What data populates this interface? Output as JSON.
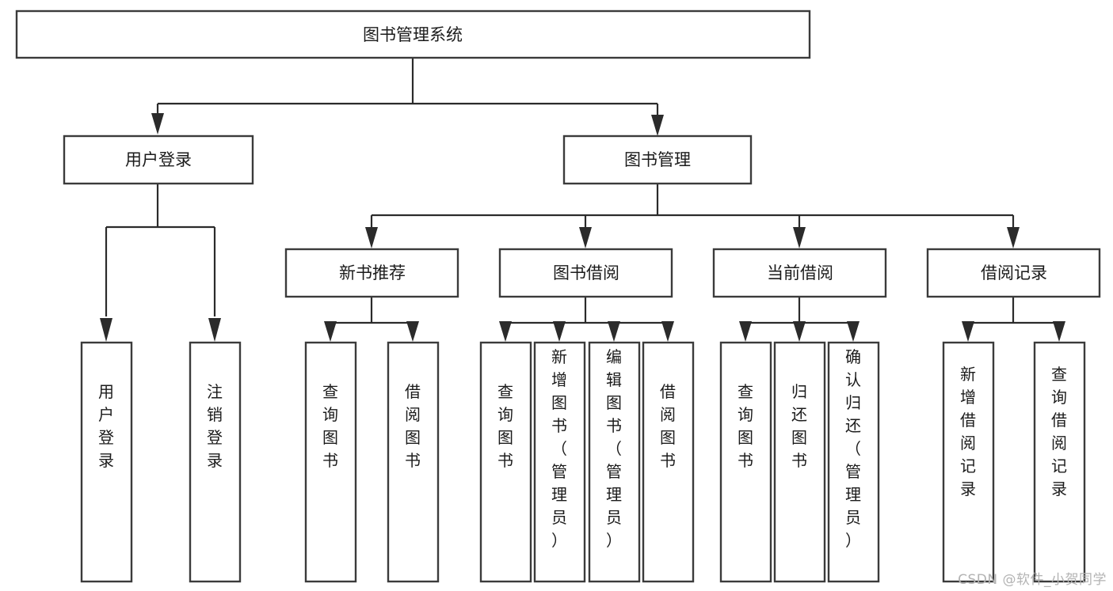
{
  "diagram": {
    "type": "hierarchy-tree",
    "title": "图书管理系统",
    "watermark": "CSDN @软件_小贺同学",
    "levels": {
      "root": {
        "label": "图书管理系统"
      },
      "level2": [
        {
          "label": "用户登录"
        },
        {
          "label": "图书管理"
        }
      ],
      "level3": [
        {
          "label": "新书推荐"
        },
        {
          "label": "图书借阅"
        },
        {
          "label": "当前借阅"
        },
        {
          "label": "借阅记录"
        }
      ],
      "leaves": {
        "user_login": [
          {
            "label": "用户登录"
          },
          {
            "label": "注销登录"
          }
        ],
        "new_book_recommend": [
          {
            "label": "查询图书"
          },
          {
            "label": "借阅图书"
          }
        ],
        "book_borrow": [
          {
            "label": "查询图书"
          },
          {
            "label": "新增图书（管理员）"
          },
          {
            "label": "编辑图书（管理员）"
          },
          {
            "label": "借阅图书"
          }
        ],
        "current_borrow": [
          {
            "label": "查询图书"
          },
          {
            "label": "归还图书"
          },
          {
            "label": "确认归还（管理员）"
          }
        ],
        "borrow_record": [
          {
            "label": "新增借阅记录"
          },
          {
            "label": "查询借阅记录"
          }
        ]
      }
    },
    "colors": {
      "box_stroke": "#3b3b3b",
      "connector": "#2b2b2b",
      "box_fill": "#ffffff",
      "text": "#1b1b1b",
      "watermark": "#b3b3b3",
      "background": "#ffffff"
    }
  }
}
